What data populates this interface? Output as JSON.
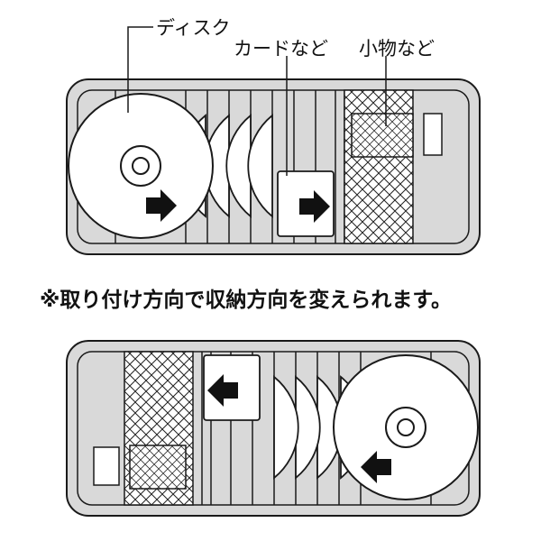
{
  "labels": {
    "disc": "ディスク",
    "card": "カードなど",
    "small_items": "小物など"
  },
  "note": "※取り付け方向で収納方向を変えられます。",
  "colors": {
    "panel_fill": "#d9d9d9",
    "outline": "#1a1a1a",
    "paper": "#ffffff"
  },
  "icons": [
    "arrow-right-icon",
    "arrow-left-icon",
    "disc-icon"
  ]
}
